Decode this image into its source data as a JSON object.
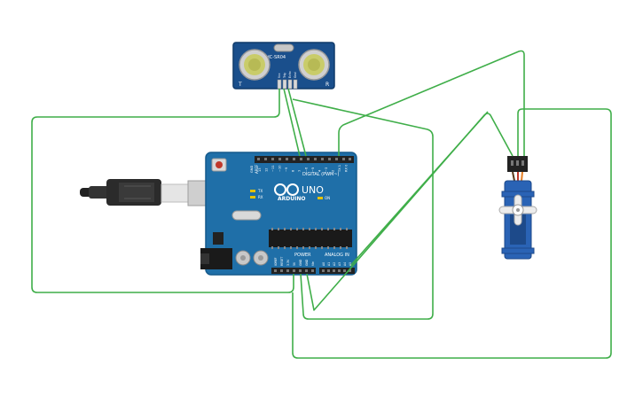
{
  "sensor": {
    "model": "HC-SR04",
    "left_mark": "T",
    "right_mark": "R",
    "pins": [
      "Vcc",
      "Trig",
      "Echo",
      "Gnd"
    ]
  },
  "arduino": {
    "logo_text": "ARDUINO",
    "board_name": "UNO",
    "digital_label": "DIGITAL (PWM~)",
    "power_label": "POWER",
    "analog_label": "ANALOG IN",
    "on_label": "ON",
    "tx_label": "TX",
    "rx_label": "RX",
    "aref_label": "AREF",
    "gnd_label": "GND",
    "digital_pins": [
      "13",
      "12",
      "~11",
      "~10",
      "~9",
      "8",
      "7",
      "~6",
      "~5",
      "4",
      "~3",
      "2",
      "TX 1",
      "RX 0"
    ],
    "power_pins": [
      "IOREF",
      "RESET",
      "3.3V",
      "5V",
      "GND",
      "GND",
      "Vin"
    ],
    "analog_pins": [
      "A0",
      "A1",
      "A2",
      "A3",
      "A4",
      "A5"
    ]
  },
  "colors": {
    "wire": "#3fae49",
    "board": "#1f6fa8",
    "board_dark": "#155a8c",
    "sensor_board": "#1a4f8c",
    "transducer": "#c9cc6a",
    "servo": "#2a63b5",
    "header": "#222222"
  },
  "icons": {
    "usb": "usb-cable-icon",
    "power": "power-jack-icon",
    "reset": "reset-button-icon"
  }
}
